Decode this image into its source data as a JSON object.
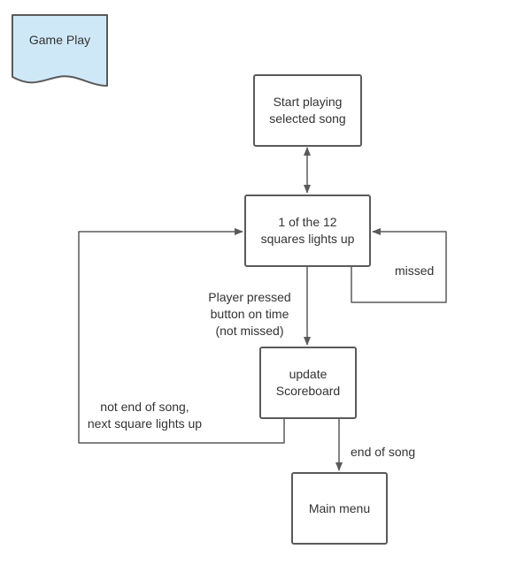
{
  "diagram": {
    "document_shape": {
      "label": "Game Play",
      "fill": "#cfe8f8"
    },
    "nodes": {
      "start": {
        "line1": "Start playing",
        "line2": "selected song"
      },
      "square": {
        "line1": "1 of the 12",
        "line2": "squares lights up"
      },
      "update": {
        "line1": "update",
        "line2": "Scoreboard"
      },
      "menu": {
        "label": "Main menu"
      }
    },
    "edges": {
      "pressed": {
        "line1": "Player pressed",
        "line2": "button on time",
        "line3": "(not missed)"
      },
      "missed": {
        "label": "missed"
      },
      "not_end": {
        "line1": "not end of song,",
        "line2": "next square lights up"
      },
      "end": {
        "label": "end of song"
      }
    },
    "colors": {
      "stroke": "#5a5a5a",
      "text": "#333333"
    }
  }
}
